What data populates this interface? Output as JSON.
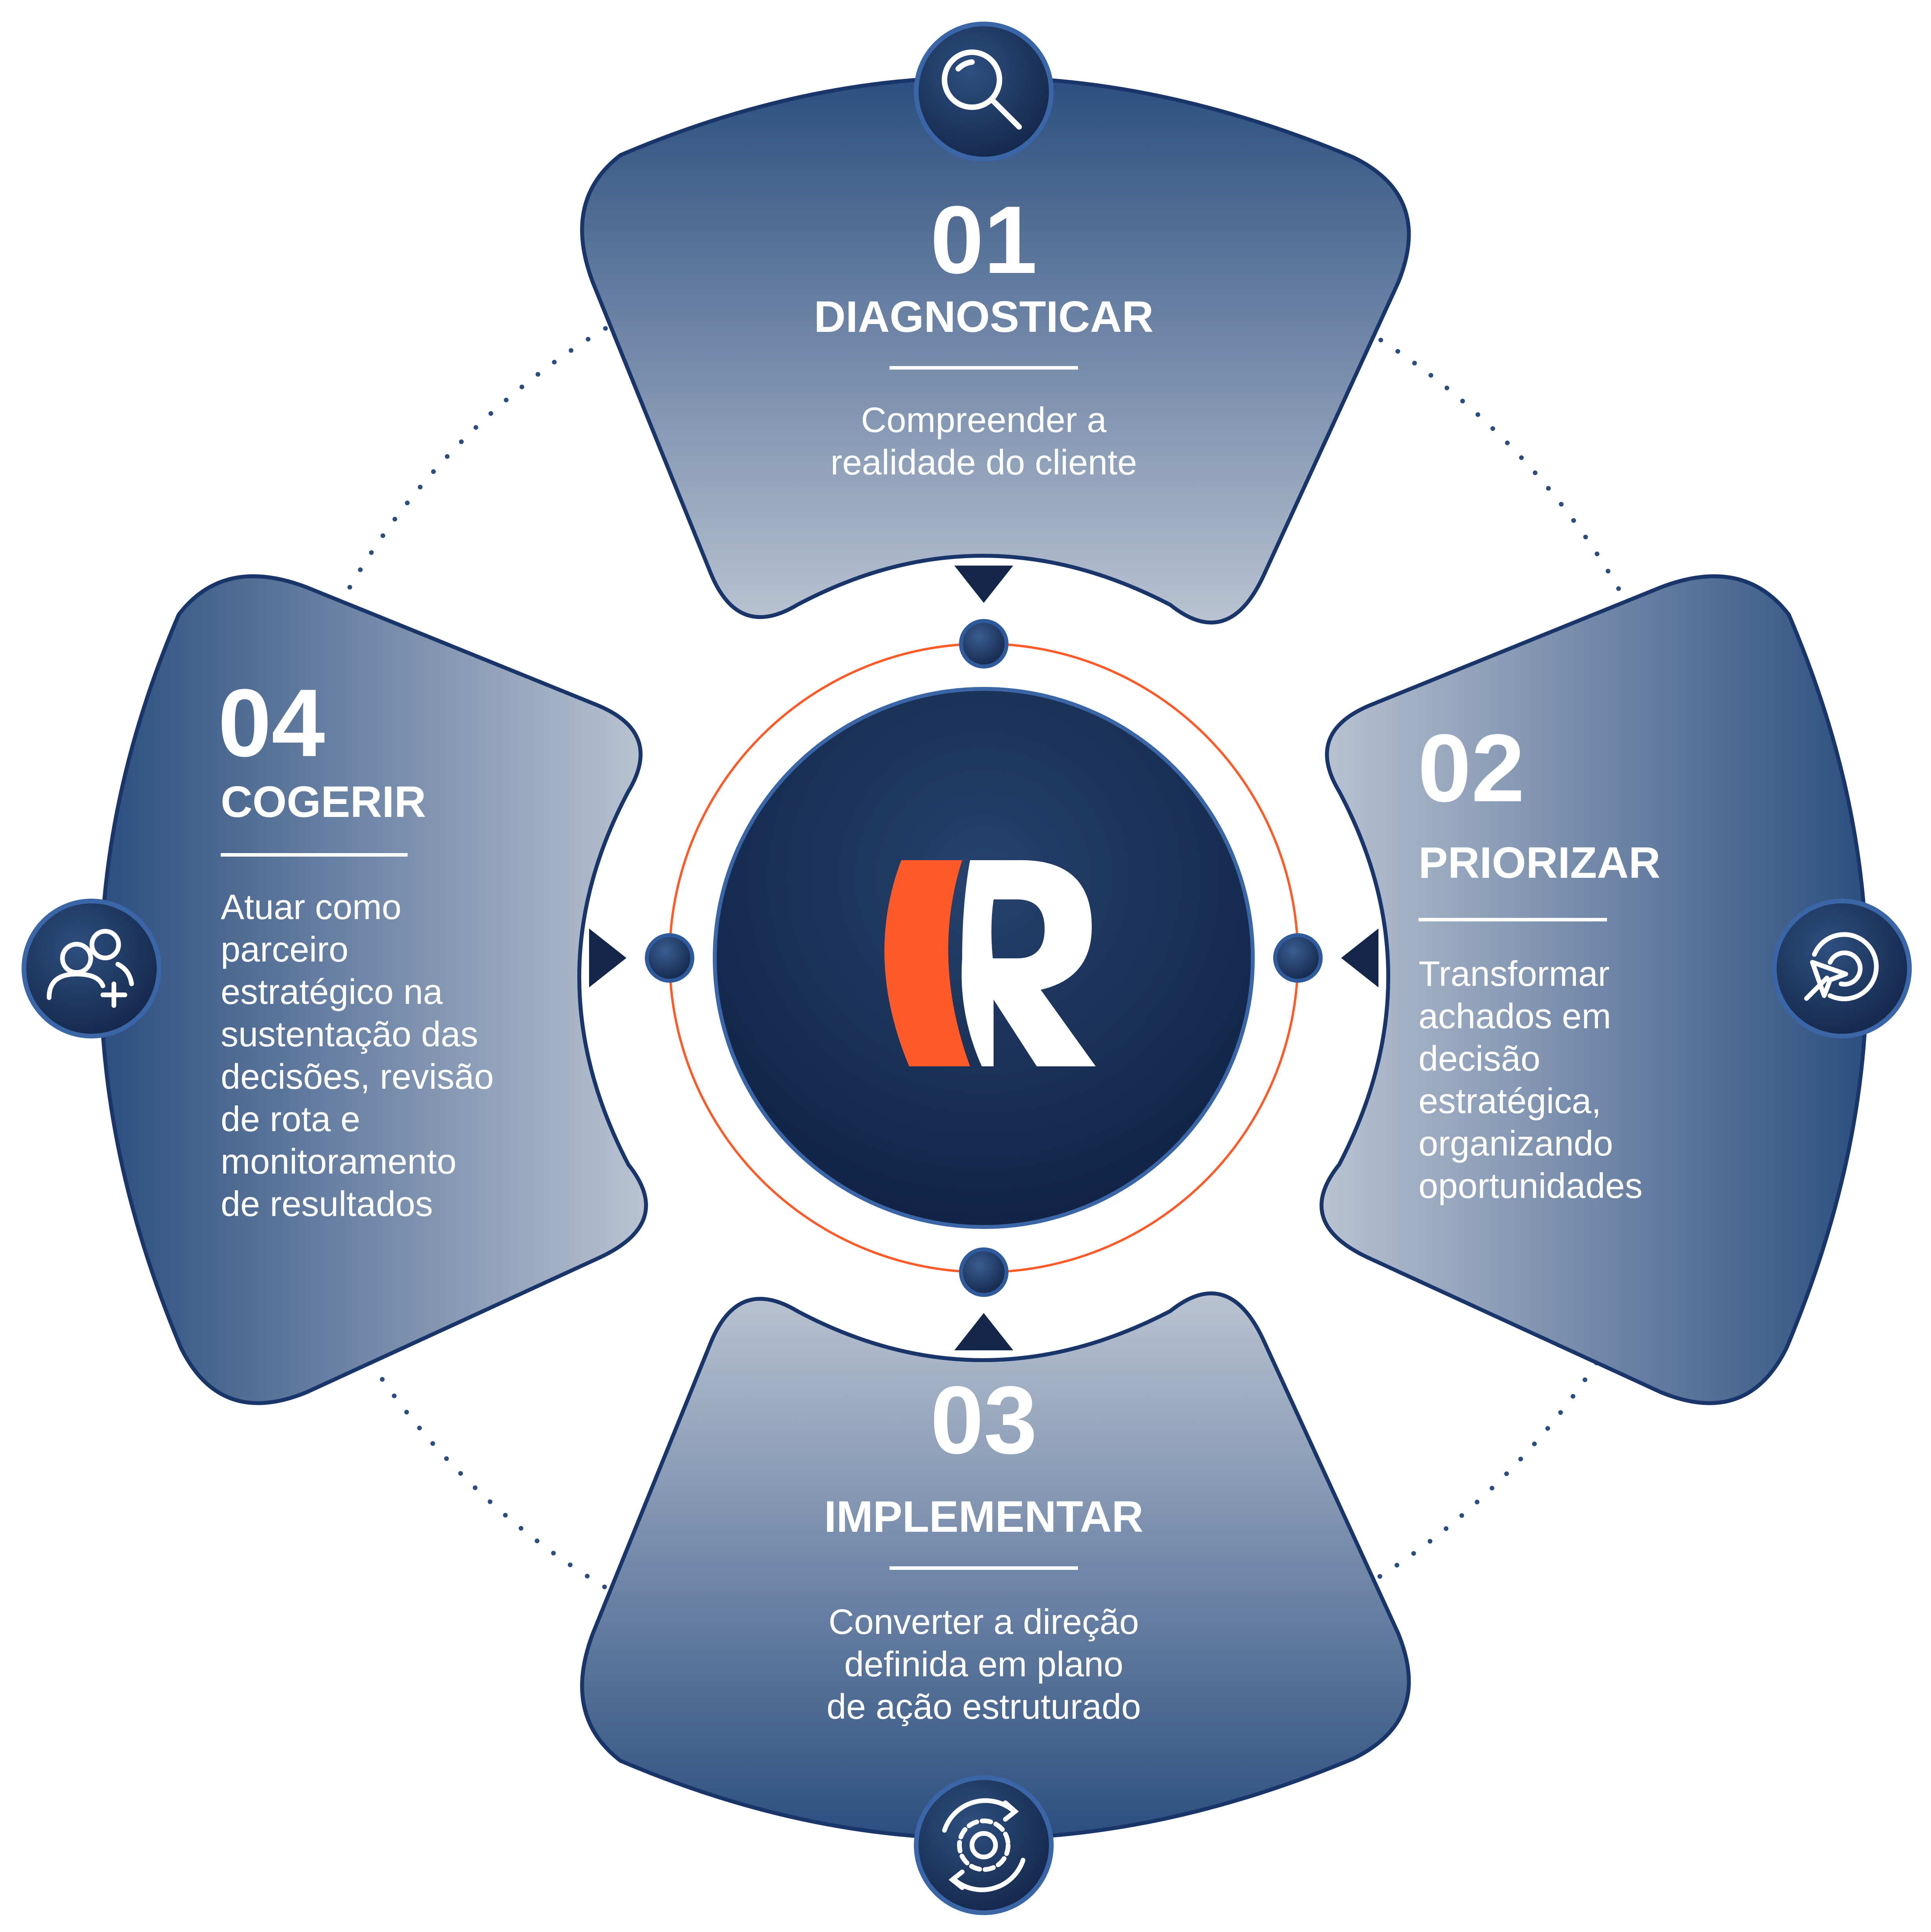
{
  "colors": {
    "navy": "#2c4e7f",
    "navy_dark": "#14264a",
    "pale": "#b9c3d2",
    "orange": "#ff5a28",
    "white": "#ffffff"
  },
  "center_logo": {
    "icon": "r-logo-icon"
  },
  "steps": [
    {
      "id": "diagnosticar",
      "number": "01",
      "title": "DIAGNOSTICAR",
      "lines": [
        "Compreender a",
        "realidade do cliente"
      ],
      "icon": "search-icon"
    },
    {
      "id": "priorizar",
      "number": "02",
      "title": "PRIORIZAR",
      "lines": [
        "Transformar",
        "achados em",
        "decisão",
        "estratégica,",
        "organizando",
        "oportunidades"
      ],
      "icon": "target-cursor-icon"
    },
    {
      "id": "implementar",
      "number": "03",
      "title": "IMPLEMENTAR",
      "lines": [
        "Converter a direção",
        "definida em plano",
        "de ação estruturado"
      ],
      "icon": "gear-cycle-icon"
    },
    {
      "id": "cogerir",
      "number": "04",
      "title": "COGERIR",
      "lines": [
        "Atuar como",
        "parceiro",
        "estratégico na",
        "sustentação das",
        "decisões, revisão",
        "de rota e",
        "monitoramento",
        "de resultados"
      ],
      "icon": "users-add-icon"
    }
  ]
}
